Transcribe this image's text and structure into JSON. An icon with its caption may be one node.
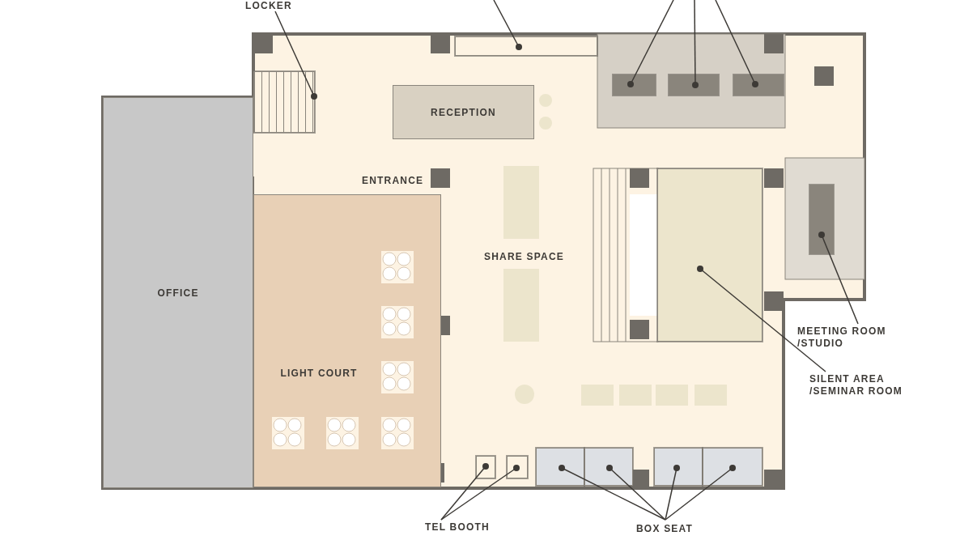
{
  "diagram": {
    "nodes": [
      {
        "text": [
          "LOCKER"
        ]
      },
      {
        "text": [],
        "shape": "box"
      },
      {
        "text": [],
        "shape": "box"
      },
      {
        "text": [],
        "shape": "box"
      },
      {
        "text": [],
        "shape": "box"
      },
      {
        "text": [],
        "shape": "box"
      },
      {
        "text": [
          "RECEPTION"
        ]
      },
      {
        "text": [
          "OFFICE"
        ]
      },
      {
        "text": [
          "LIGHT COURT"
        ]
      },
      {
        "text": [],
        "shape": "box"
      },
      {
        "text": [],
        "shape": "box"
      },
      {
        "text": [
          "MEETING ROOM /STUDIO"
        ]
      },
      {
        "text": [
          "SILENT AREA /SEMINAR ROOM"
        ]
      },
      {
        "text": [],
        "shape": "box"
      },
      {
        "text": [],
        "shape": "box"
      },
      {
        "text": [],
        "shape": "box"
      },
      {
        "text": [],
        "shape": "box"
      },
      {
        "text": [],
        "shape": "box"
      },
      {
        "text": [],
        "shape": "box"
      },
      {
        "text": [
          "TEL BOOTH"
        ]
      },
      {
        "text": [
          "BOX SEAT"
        ]
      }
    ],
    "edges": [
      {
        "from": 0,
        "to": 1,
        "arrow": "other"
      },
      {
        "from": null,
        "to": 2,
        "arrow": "other"
      },
      {
        "from": null,
        "to": 3,
        "arrow": "other"
      },
      {
        "from": null,
        "to": 4,
        "arrow": "other"
      },
      {
        "from": null,
        "to": 5,
        "arrow": "other"
      },
      {
        "from": 11,
        "to": 10,
        "arrow": "other"
      },
      {
        "from": 12,
        "to": 9,
        "arrow": "other"
      },
      {
        "from": 19,
        "to": 13,
        "arrow": "other"
      },
      {
        "from": 19,
        "to": 14,
        "arrow": "other"
      },
      {
        "from": 20,
        "to": 15,
        "arrow": "other"
      },
      {
        "from": 20,
        "to": 16,
        "arrow": "other"
      },
      {
        "from": 20,
        "to": 17,
        "arrow": "other"
      },
      {
        "from": 20,
        "to": 18,
        "arrow": "other"
      }
    ],
    "labels": [
      "ENTRANCE",
      "SHARE SPACE"
    ]
  }
}
